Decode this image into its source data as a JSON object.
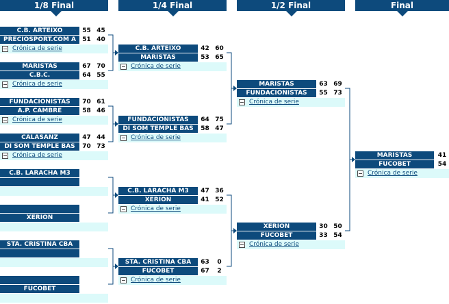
{
  "headers": [
    "1/8 Final",
    "1/4 Final",
    "1/2 Final",
    "Final"
  ],
  "cronica_label": "Crónica de serie",
  "round_of_16": [
    {
      "team1": "C.B. ARTEIXO",
      "team1_scores": [
        "55",
        "45"
      ],
      "team2": "PRECIOSPORT.COM A",
      "team2_scores": [
        "51",
        "40"
      ],
      "cronica": true
    },
    {
      "team1": "MARISTAS",
      "team1_scores": [
        "67",
        "70"
      ],
      "team2": "C.B.C.",
      "team2_scores": [
        "64",
        "55"
      ],
      "cronica": true
    },
    {
      "team1": "FUNDACIONISTAS",
      "team1_scores": [
        "70",
        "61"
      ],
      "team2": "A.P. CAMBRE",
      "team2_scores": [
        "58",
        "46"
      ],
      "cronica": true
    },
    {
      "team1": "CALASANZ",
      "team1_scores": [
        "47",
        "44"
      ],
      "team2": "DI SOM TEMPLE BAS",
      "team2_scores": [
        "70",
        "73"
      ],
      "cronica": true
    },
    {
      "team1": "C.B. LARACHA M3",
      "team1_scores": [
        "",
        ""
      ],
      "team2": "",
      "team2_scores": [
        "",
        ""
      ],
      "cronica": false
    },
    {
      "team1": "",
      "team1_scores": [
        "",
        ""
      ],
      "team2": "XERION",
      "team2_scores": [
        "",
        ""
      ],
      "cronica": false
    },
    {
      "team1": "STA. CRISTINA CBA",
      "team1_scores": [
        "",
        ""
      ],
      "team2": "",
      "team2_scores": [
        "",
        ""
      ],
      "cronica": false
    },
    {
      "team1": "",
      "team1_scores": [
        "",
        ""
      ],
      "team2": "FUCOBET",
      "team2_scores": [
        "",
        ""
      ],
      "cronica": false
    }
  ],
  "quarter_finals": [
    {
      "team1": "C.B. ARTEIXO",
      "team1_scores": [
        "42",
        "60"
      ],
      "team2": "MARISTAS",
      "team2_scores": [
        "53",
        "65"
      ],
      "cronica": true
    },
    {
      "team1": "FUNDACIONISTAS",
      "team1_scores": [
        "64",
        "75"
      ],
      "team2": "DI SOM TEMPLE BAS",
      "team2_scores": [
        "58",
        "47"
      ],
      "cronica": true
    },
    {
      "team1": "C.B. LARACHA M3",
      "team1_scores": [
        "47",
        "36"
      ],
      "team2": "XERION",
      "team2_scores": [
        "41",
        "52"
      ],
      "cronica": true
    },
    {
      "team1": "STA. CRISTINA CBA",
      "team1_scores": [
        "63",
        "0"
      ],
      "team2": "FUCOBET",
      "team2_scores": [
        "67",
        "2"
      ],
      "cronica": true
    }
  ],
  "semi_finals": [
    {
      "team1": "MARISTAS",
      "team1_scores": [
        "63",
        "69"
      ],
      "team2": "FUNDACIONISTAS",
      "team2_scores": [
        "55",
        "73"
      ],
      "cronica": true
    },
    {
      "team1": "XERION",
      "team1_scores": [
        "30",
        "50"
      ],
      "team2": "FUCOBET",
      "team2_scores": [
        "33",
        "54"
      ],
      "cronica": true
    }
  ],
  "final": [
    {
      "team1": "MARISTAS",
      "team1_scores": [
        "41"
      ],
      "team2": "FUCOBET",
      "team2_scores": [
        "54"
      ],
      "cronica": true
    }
  ],
  "colors": {
    "team_bg": "#0d4a7c",
    "cronica_bg": "#dcfafa",
    "line": "#0d4a7c"
  }
}
